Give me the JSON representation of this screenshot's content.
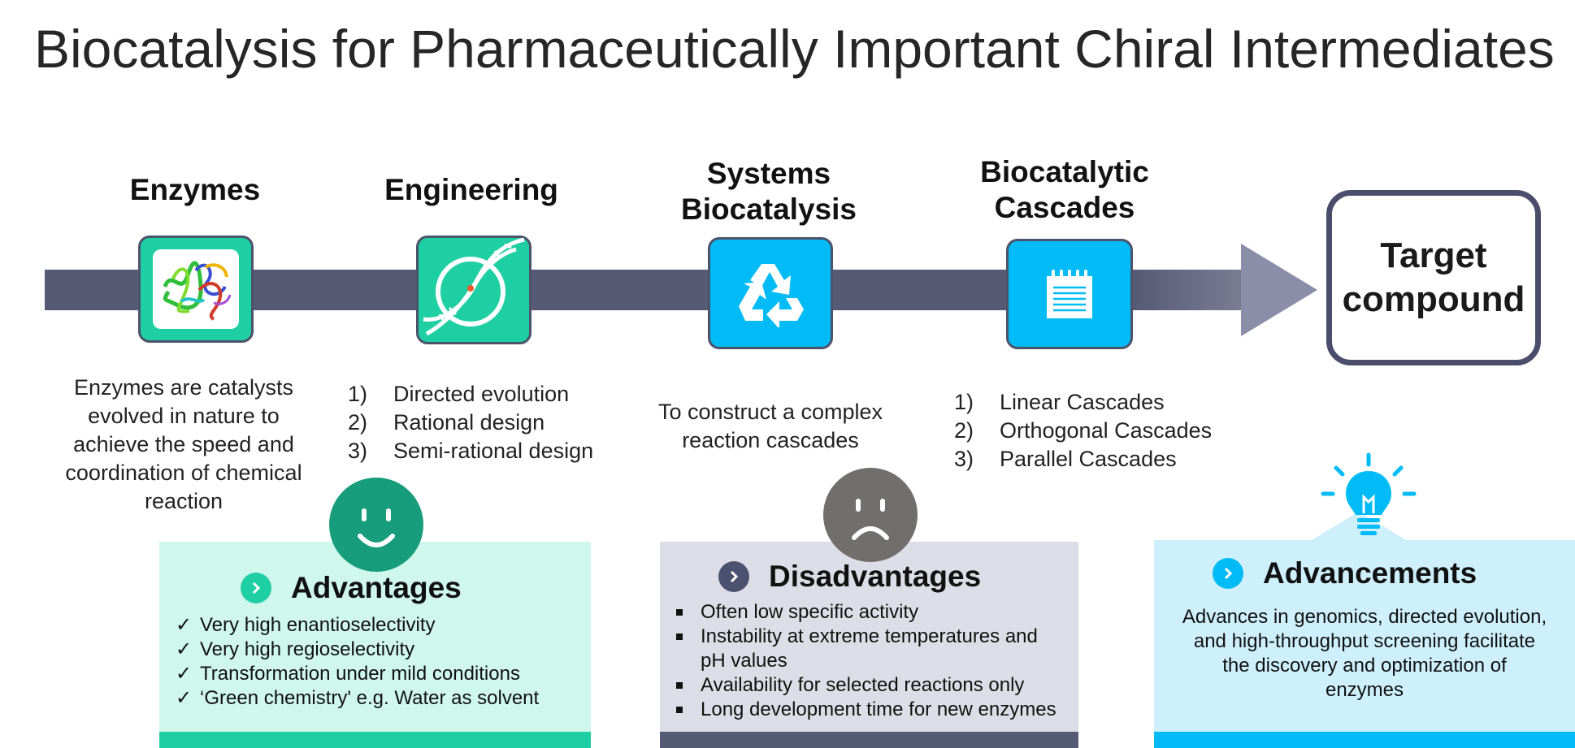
{
  "title": "Biocatalysis for Pharmaceutically Important Chiral Intermediates",
  "stages": [
    {
      "label": "Enzymes",
      "icon": "protein-structure-icon"
    },
    {
      "label": "Engineering",
      "icon": "dna-icon"
    },
    {
      "label_line1": "Systems",
      "label_line2": "Biocatalysis",
      "icon": "recycle-icon"
    },
    {
      "label_line1": "Biocatalytic",
      "label_line2": "Cascades",
      "icon": "notepad-icon"
    }
  ],
  "target": {
    "line1": "Target",
    "line2": "compound"
  },
  "enzymes_desc": [
    "Enzymes are catalysts",
    "evolved in nature to",
    "achieve the speed and",
    "coordination of chemical",
    "reaction"
  ],
  "engineering_list": [
    {
      "num": "1)",
      "text": "Directed evolution"
    },
    {
      "num": "2)",
      "text": "Rational design"
    },
    {
      "num": "3)",
      "text": "Semi-rational design"
    }
  ],
  "systems_desc": [
    "To construct a complex",
    "reaction cascades"
  ],
  "cascades_list": [
    {
      "num": "1)",
      "text": "Linear Cascades"
    },
    {
      "num": "2)",
      "text": "Orthogonal Cascades"
    },
    {
      "num": "3)",
      "text": "Parallel Cascades"
    }
  ],
  "advantages": {
    "heading": "Advantages",
    "items": [
      "Very high enantioselectivity",
      "Very high regioselectivity",
      "Transformation under mild conditions",
      "‘Green chemistry' e.g. Water as solvent"
    ]
  },
  "disadvantages": {
    "heading": "Disadvantages",
    "items": [
      [
        "Often low specific activity"
      ],
      [
        "Instability at extreme temperatures and",
        "pH values"
      ],
      [
        "Availability for selected reactions only"
      ],
      [
        "Long development time for new enzymes"
      ]
    ]
  },
  "advancements": {
    "heading": "Advancements",
    "lines": [
      "Advances in genomics, directed evolution,",
      "and high-throughput screening facilitate",
      "the discovery and optimization of",
      "enzymes"
    ]
  },
  "colors": {
    "teal": "#1fcfa4",
    "blue": "#00bbf5",
    "slate": "#565a75",
    "face_happy": "#179d7b",
    "face_sad": "#716e6e"
  }
}
